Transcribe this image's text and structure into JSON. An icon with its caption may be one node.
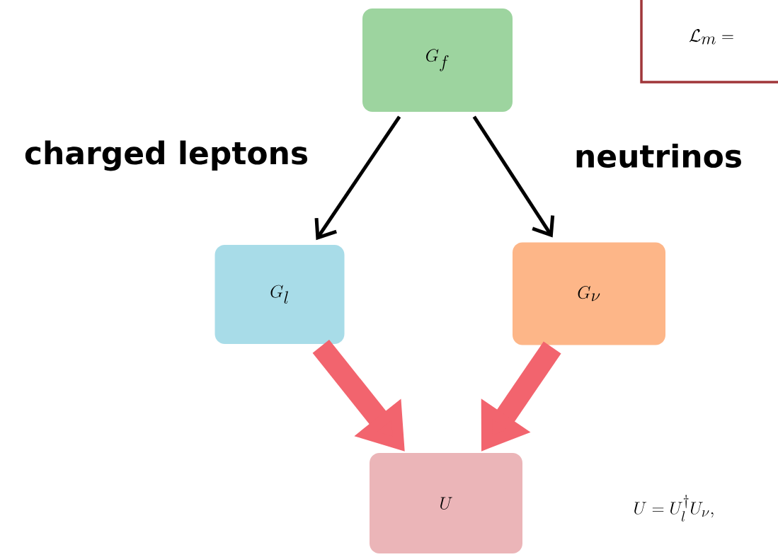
{
  "diagram": {
    "nodes": [
      {
        "text": [
          "G_f"
        ]
      },
      {
        "text": [
          "G_l"
        ]
      },
      {
        "text": [
          "G_\\nu"
        ]
      },
      {
        "text": [
          "U"
        ]
      },
      {
        "text": [
          "\\mathcal{L}_m ="
        ]
      }
    ],
    "edges": [
      {
        "from": 0,
        "to": 1,
        "arrow": "to",
        "label": "charged leptons"
      },
      {
        "from": 0,
        "to": 2,
        "arrow": "to",
        "label": "neutrinos"
      },
      {
        "from": 1,
        "to": 3,
        "arrow": "to",
        "style": "thick",
        "color": "#f2646e"
      },
      {
        "from": 2,
        "to": 3,
        "arrow": "to",
        "style": "thick",
        "color": "#f2646e"
      }
    ],
    "labels": [
      "U = U_l^{\\dagger} U_{\\nu},"
    ]
  }
}
